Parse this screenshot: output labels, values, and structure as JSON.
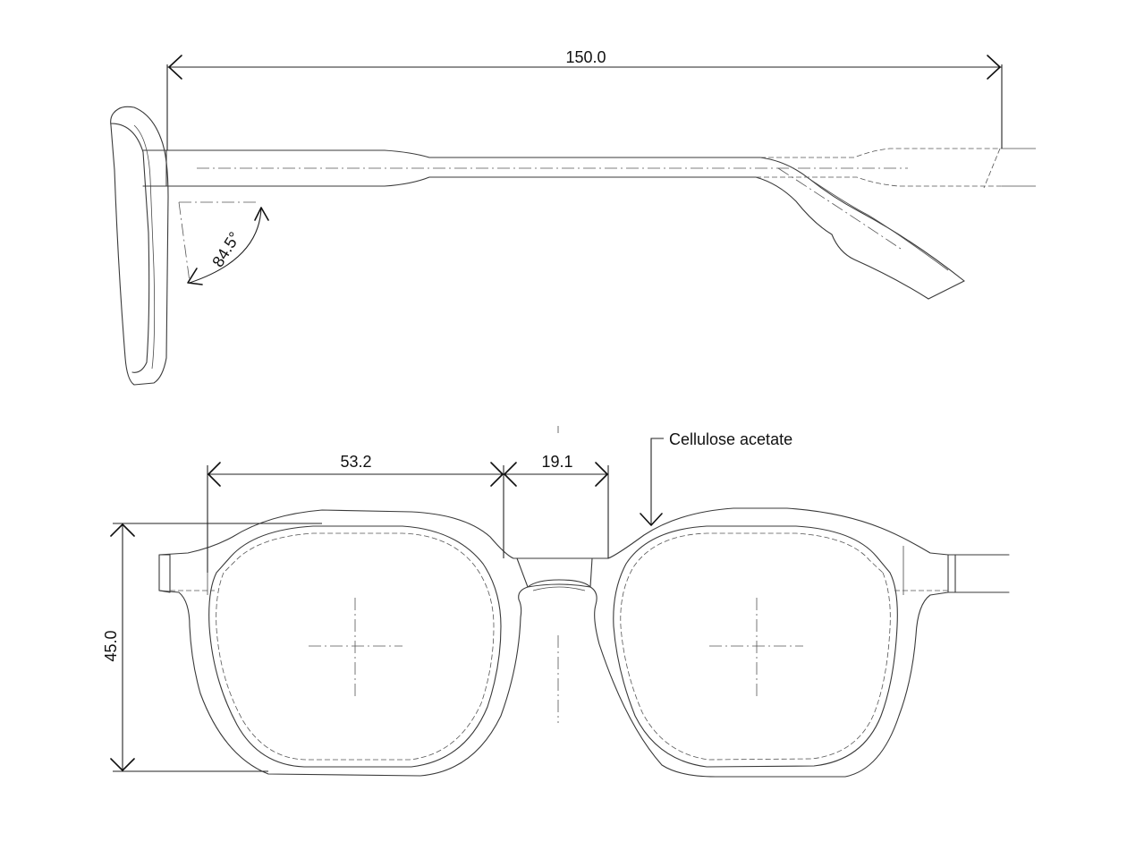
{
  "side_view": {
    "temple_length": "150.0",
    "pantoscopic_angle": "84.5°"
  },
  "front_view": {
    "lens_width": "53.2",
    "bridge_width": "19.1",
    "lens_height": "45.0",
    "material_callout": "Cellulose acetate"
  }
}
